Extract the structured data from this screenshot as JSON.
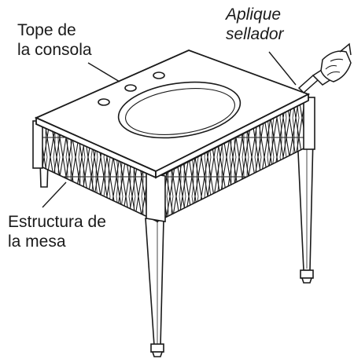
{
  "labels": {
    "console_top": [
      "Tope de",
      "la consola"
    ],
    "sealant": [
      "Aplique",
      "sellador"
    ],
    "table_frame": [
      "Estructura de",
      "la mesa"
    ]
  },
  "colors": {
    "ink": "#1a1a1a",
    "background": "#ffffff"
  },
  "icons": [
    "caulk-gun-hand-icon",
    "faucet-hole-icon",
    "basin-icon"
  ]
}
